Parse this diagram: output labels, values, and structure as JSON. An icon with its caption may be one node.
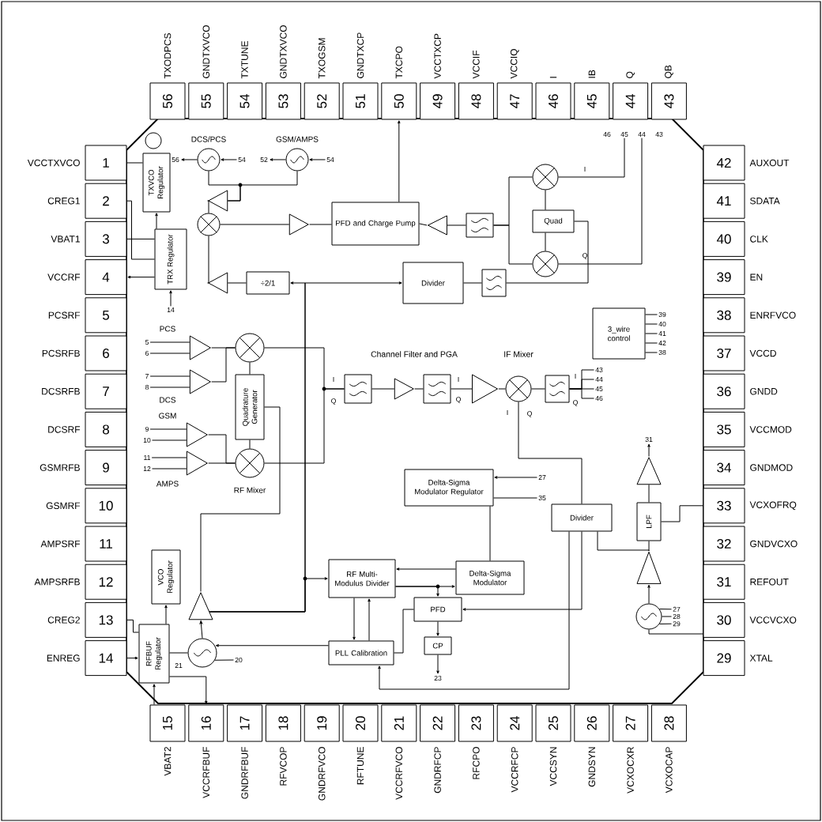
{
  "diagram": {
    "nodes": [
      {
        "text": [
          "1"
        ],
        "beside": [
          "VCCTXVCO"
        ]
      },
      {
        "text": [
          "2"
        ],
        "beside": [
          "CREG1"
        ]
      },
      {
        "text": [
          "3"
        ],
        "beside": [
          "VBAT1"
        ]
      },
      {
        "text": [
          "4"
        ],
        "beside": [
          "VCCRF"
        ]
      },
      {
        "text": [
          "5"
        ],
        "beside": [
          "PCSRF"
        ]
      },
      {
        "text": [
          "6"
        ],
        "beside": [
          "PCSRFB"
        ]
      },
      {
        "text": [
          "7"
        ],
        "beside": [
          "DCSRFB"
        ]
      },
      {
        "text": [
          "8"
        ],
        "beside": [
          "DCSRF"
        ]
      },
      {
        "text": [
          "9"
        ],
        "beside": [
          "GSMRFB"
        ]
      },
      {
        "text": [
          "10"
        ],
        "beside": [
          "GSMRF"
        ]
      },
      {
        "text": [
          "11"
        ],
        "beside": [
          "AMPSRF"
        ]
      },
      {
        "text": [
          "12"
        ],
        "beside": [
          "AMPSRFB"
        ]
      },
      {
        "text": [
          "13"
        ],
        "beside": [
          "CREG2"
        ]
      },
      {
        "text": [
          "14"
        ],
        "beside": [
          "ENREG"
        ]
      },
      {
        "text": [
          "15"
        ],
        "beside": [
          "VBAT2"
        ]
      },
      {
        "text": [
          "16"
        ],
        "beside": [
          "VCCRFBUF"
        ]
      },
      {
        "text": [
          "17"
        ],
        "beside": [
          "GNDRFBUF"
        ]
      },
      {
        "text": [
          "18"
        ],
        "beside": [
          "RFVCOP"
        ]
      },
      {
        "text": [
          "19"
        ],
        "beside": [
          "GNDRFVCO"
        ]
      },
      {
        "text": [
          "20"
        ],
        "beside": [
          "RFTUNE"
        ]
      },
      {
        "text": [
          "21"
        ],
        "beside": [
          "VCCRFVCO"
        ]
      },
      {
        "text": [
          "22"
        ],
        "beside": [
          "GNDRFCP"
        ]
      },
      {
        "text": [
          "23"
        ],
        "beside": [
          "RFCPO"
        ]
      },
      {
        "text": [
          "24"
        ],
        "beside": [
          "VCCRFCP"
        ]
      },
      {
        "text": [
          "25"
        ],
        "beside": [
          "VCCSYN"
        ]
      },
      {
        "text": [
          "26"
        ],
        "beside": [
          "GNDSYN"
        ]
      },
      {
        "text": [
          "27"
        ],
        "beside": [
          "VCXOCXR"
        ]
      },
      {
        "text": [
          "28"
        ],
        "beside": [
          "VCXOCAP"
        ]
      },
      {
        "text": [
          "29"
        ],
        "beside": [
          "XTAL"
        ]
      },
      {
        "text": [
          "30"
        ],
        "beside": [
          "VCCVCXO"
        ]
      },
      {
        "text": [
          "31"
        ],
        "beside": [
          "REFOUT"
        ]
      },
      {
        "text": [
          "32"
        ],
        "beside": [
          "GNDVCXO"
        ]
      },
      {
        "text": [
          "33"
        ],
        "beside": [
          "VCXOFRQ"
        ]
      },
      {
        "text": [
          "34"
        ],
        "beside": [
          "GNDMOD"
        ]
      },
      {
        "text": [
          "35"
        ],
        "beside": [
          "VCCMOD"
        ]
      },
      {
        "text": [
          "36"
        ],
        "beside": [
          "GNDD"
        ]
      },
      {
        "text": [
          "37"
        ],
        "beside": [
          "VCCD"
        ]
      },
      {
        "text": [
          "38"
        ],
        "beside": [
          "ENRFVCO"
        ]
      },
      {
        "text": [
          "39"
        ],
        "beside": [
          "EN"
        ]
      },
      {
        "text": [
          "40"
        ],
        "beside": [
          "CLK"
        ]
      },
      {
        "text": [
          "41"
        ],
        "beside": [
          "SDATA"
        ]
      },
      {
        "text": [
          "42"
        ],
        "beside": [
          "AUXOUT"
        ]
      },
      {
        "text": [
          "43"
        ],
        "beside": [
          "QB"
        ]
      },
      {
        "text": [
          "44"
        ],
        "beside": [
          "Q"
        ]
      },
      {
        "text": [
          "45"
        ],
        "beside": [
          "IB"
        ]
      },
      {
        "text": [
          "46"
        ],
        "beside": [
          "I"
        ]
      },
      {
        "text": [
          "47"
        ],
        "beside": [
          "VCCIQ"
        ]
      },
      {
        "text": [
          "48"
        ],
        "beside": [
          "VCCIF"
        ]
      },
      {
        "text": [
          "49"
        ],
        "beside": [
          "VCCTXCP"
        ]
      },
      {
        "text": [
          "50"
        ],
        "beside": [
          "TXCPO"
        ]
      },
      {
        "text": [
          "51"
        ],
        "beside": [
          "GNDTXCP"
        ]
      },
      {
        "text": [
          "52"
        ],
        "beside": [
          "TXOGSM"
        ]
      },
      {
        "text": [
          "53"
        ],
        "beside": [
          "GNDTXVCO"
        ]
      },
      {
        "text": [
          "54"
        ],
        "beside": [
          "TXTUNE"
        ]
      },
      {
        "text": [
          "55"
        ],
        "beside": [
          "GNDTXVCO"
        ]
      },
      {
        "text": [
          "56"
        ],
        "beside": [
          "TXODPCS"
        ]
      },
      {
        "text": [
          "TXVCO Regulator"
        ]
      },
      {
        "text": [],
        "shape": "circle",
        "beside": [
          "DCS/PCS"
        ]
      },
      {
        "text": [],
        "shape": "circle",
        "beside": [
          "GSM/AMPS"
        ]
      },
      {
        "text": [
          "TRX Regulator"
        ]
      },
      {
        "text": [],
        "shape": "triangle"
      },
      {
        "text": [],
        "shape": "circle"
      },
      {
        "text": [],
        "shape": "triangle"
      },
      {
        "text": [
          "PFD and Charge Pump"
        ]
      },
      {
        "text": [
          "÷2/1"
        ]
      },
      {
        "text": [],
        "shape": "triangle"
      },
      {
        "text": [
          "Divider"
        ]
      },
      {
        "text": [],
        "shape": "box"
      },
      {
        "text": [],
        "shape": "triangle"
      },
      {
        "text": [],
        "shape": "circle"
      },
      {
        "text": [
          "Quad"
        ]
      },
      {
        "text": [],
        "shape": "circle"
      },
      {
        "text": [],
        "shape": "box"
      },
      {
        "text": [
          "3_wire control"
        ]
      },
      {
        "text": [],
        "shape": "triangle",
        "beside": [
          "PCS"
        ]
      },
      {
        "text": [],
        "shape": "triangle",
        "beside": [
          "DCS"
        ]
      },
      {
        "text": [],
        "shape": "circle"
      },
      {
        "text": [
          "Quadrature Generator"
        ]
      },
      {
        "text": [],
        "shape": "triangle",
        "beside": [
          "GSM"
        ]
      },
      {
        "text": [],
        "shape": "triangle",
        "beside": [
          "AMPS"
        ]
      },
      {
        "text": [],
        "shape": "circle",
        "beside": [
          "RF Mixer"
        ]
      },
      {
        "text": [],
        "shape": "box"
      },
      {
        "text": [],
        "shape": "triangle"
      },
      {
        "text": [],
        "shape": "box"
      },
      {
        "text": [],
        "shape": "triangle"
      },
      {
        "text": [],
        "shape": "circle"
      },
      {
        "text": [],
        "shape": "box"
      },
      {
        "text": [
          "Delta-Sigma Modulator Regulator"
        ]
      },
      {
        "text": [
          "Divider"
        ]
      },
      {
        "text": [],
        "shape": "triangle"
      },
      {
        "text": [
          "LPF"
        ]
      },
      {
        "text": [
          "VCO Regulator"
        ]
      },
      {
        "text": [
          "RF Multi-Modulus Divider"
        ]
      },
      {
        "text": [
          "Delta-Sigma Modulator"
        ]
      },
      {
        "text": [],
        "shape": "triangle"
      },
      {
        "text": [
          "PFD"
        ]
      },
      {
        "text": [],
        "shape": "triangle"
      },
      {
        "text": [
          "RFBUF Regulator"
        ]
      },
      {
        "text": [],
        "shape": "circle"
      },
      {
        "text": [
          "PLL Calibration"
        ]
      },
      {
        "text": [
          "CP"
        ]
      },
      {
        "text": [],
        "shape": "circle"
      },
      {
        "text": [
          "56"
        ]
      },
      {
        "text": [
          "54"
        ]
      },
      {
        "text": [
          "52"
        ]
      },
      {
        "text": [
          "54"
        ]
      },
      {
        "text": [
          "14"
        ]
      },
      {
        "text": [
          "45"
        ]
      },
      {
        "text": [
          "44"
        ]
      },
      {
        "text": [
          "39"
        ]
      },
      {
        "text": [
          "40"
        ]
      },
      {
        "text": [
          "41"
        ]
      },
      {
        "text": [
          "42"
        ]
      },
      {
        "text": [
          "38"
        ]
      },
      {
        "text": [
          "5"
        ]
      },
      {
        "text": [
          "6"
        ]
      },
      {
        "text": [
          "7"
        ]
      },
      {
        "text": [
          "8"
        ]
      },
      {
        "text": [
          "43"
        ]
      },
      {
        "text": [
          "44"
        ]
      },
      {
        "text": [
          "45"
        ]
      },
      {
        "text": [
          "46"
        ]
      },
      {
        "text": [
          "9"
        ]
      },
      {
        "text": [
          "10"
        ]
      },
      {
        "text": [
          "11"
        ]
      },
      {
        "text": [
          "12"
        ]
      },
      {
        "text": [
          "27"
        ]
      },
      {
        "text": [
          "35"
        ]
      },
      {
        "text": [
          "31"
        ]
      },
      {
        "text": [
          "20"
        ]
      },
      {
        "text": [
          "27"
        ]
      },
      {
        "text": [
          "28"
        ]
      },
      {
        "text": [
          "29"
        ]
      },
      {
        "text": [
          "23"
        ]
      }
    ],
    "edges": [
      {
        "from": 103,
        "to": 57,
        "arrow": "to"
      },
      {
        "from": 57,
        "to": 102,
        "arrow": "to"
      },
      {
        "from": 105,
        "to": 58,
        "arrow": "to"
      },
      {
        "from": 58,
        "to": 104,
        "arrow": "to"
      },
      {
        "from": 57,
        "to": 60,
        "arrow": "none"
      },
      {
        "from": 58,
        "to": 60,
        "arrow": "none"
      },
      {
        "from": 60,
        "to": 61,
        "arrow": "none"
      },
      {
        "from": 61,
        "to": 62,
        "arrow": "none"
      },
      {
        "from": 62,
        "to": 63,
        "arrow": "none"
      },
      {
        "from": 63,
        "to": 49,
        "arrow": "to"
      },
      {
        "from": 59,
        "to": 56,
        "arrow": "to"
      },
      {
        "from": 59,
        "to": 3,
        "arrow": "to"
      },
      {
        "from": 106,
        "to": 59,
        "arrow": "to"
      },
      {
        "from": 0,
        "to": 56,
        "arrow": "none"
      },
      {
        "from": 1,
        "to": 59,
        "arrow": "none"
      },
      {
        "from": 2,
        "to": 59,
        "arrow": "none"
      },
      {
        "from": 65,
        "to": 61,
        "arrow": "none"
      },
      {
        "from": 64,
        "to": 65,
        "arrow": "none"
      },
      {
        "from": 96,
        "to": 64,
        "arrow": "to"
      },
      {
        "from": 96,
        "to": 66,
        "arrow": "to"
      },
      {
        "from": 96,
        "to": 92,
        "arrow": "to"
      },
      {
        "from": 96,
        "to": 77,
        "arrow": "none"
      },
      {
        "from": 77,
        "to": 76,
        "arrow": "none"
      },
      {
        "from": 77,
        "to": 80,
        "arrow": "none"
      },
      {
        "from": 74,
        "to": 76,
        "arrow": "none"
      },
      {
        "from": 75,
        "to": 76,
        "arrow": "none"
      },
      {
        "from": 78,
        "to": 80,
        "arrow": "none"
      },
      {
        "from": 79,
        "to": 80,
        "arrow": "none"
      },
      {
        "from": 114,
        "to": 74,
        "arrow": "none"
      },
      {
        "from": 115,
        "to": 74,
        "arrow": "none"
      },
      {
        "from": 116,
        "to": 75,
        "arrow": "none"
      },
      {
        "from": 117,
        "to": 75,
        "arrow": "none"
      },
      {
        "from": 122,
        "to": 78,
        "arrow": "none"
      },
      {
        "from": 123,
        "to": 78,
        "arrow": "none"
      },
      {
        "from": 124,
        "to": 79,
        "arrow": "none"
      },
      {
        "from": 125,
        "to": 79,
        "arrow": "none"
      },
      {
        "from": 76,
        "to": 81,
        "arrow": "none"
      },
      {
        "from": 80,
        "to": 81,
        "arrow": "none"
      },
      {
        "from": 81,
        "to": 82,
        "arrow": "none"
      },
      {
        "from": 82,
        "to": 83,
        "arrow": "none"
      },
      {
        "from": 83,
        "to": 84,
        "arrow": "none"
      },
      {
        "from": 84,
        "to": 85,
        "arrow": "none"
      },
      {
        "from": 85,
        "to": 86,
        "arrow": "none"
      },
      {
        "from": 86,
        "to": 118,
        "arrow": "none"
      },
      {
        "from": 88,
        "to": 85,
        "arrow": "none"
      },
      {
        "from": 126,
        "to": 87,
        "arrow": "to"
      },
      {
        "from": 87,
        "to": 127,
        "arrow": "none"
      },
      {
        "from": 87,
        "to": 93,
        "arrow": "none"
      },
      {
        "from": 92,
        "to": 93,
        "arrow": "to"
      },
      {
        "from": 93,
        "to": 92,
        "arrow": "to"
      },
      {
        "from": 92,
        "to": 95,
        "arrow": "to"
      },
      {
        "from": 88,
        "to": 95,
        "arrow": "to"
      },
      {
        "from": 95,
        "to": 100,
        "arrow": "to"
      },
      {
        "from": 100,
        "to": 133,
        "arrow": "to"
      },
      {
        "from": 88,
        "to": 99,
        "arrow": "to"
      },
      {
        "from": 92,
        "to": 99,
        "arrow": "to"
      },
      {
        "from": 99,
        "to": 92,
        "arrow": "to"
      },
      {
        "from": 99,
        "to": 98,
        "arrow": "to"
      },
      {
        "from": 99,
        "to": 95,
        "arrow": "none"
      },
      {
        "from": 98,
        "to": 96,
        "arrow": "to"
      },
      {
        "from": 97,
        "to": 91,
        "arrow": "to"
      },
      {
        "from": 97,
        "to": 98,
        "arrow": "none"
      },
      {
        "from": 13,
        "to": 97,
        "arrow": "to"
      },
      {
        "from": 12,
        "to": 97,
        "arrow": "none"
      },
      {
        "from": 97,
        "to": 15,
        "arrow": "to"
      },
      {
        "from": 14,
        "to": 97,
        "arrow": "to"
      },
      {
        "from": 129,
        "to": 98,
        "arrow": "none"
      },
      {
        "from": 101,
        "to": 94,
        "arrow": "to"
      },
      {
        "from": 94,
        "to": 88,
        "arrow": "none"
      },
      {
        "from": 94,
        "to": 90,
        "arrow": "none"
      },
      {
        "from": 90,
        "to": 89,
        "arrow": "none"
      },
      {
        "from": 89,
        "to": 128,
        "arrow": "to"
      },
      {
        "from": 90,
        "to": 32,
        "arrow": "none"
      },
      {
        "from": 101,
        "to": 29,
        "arrow": "none"
      },
      {
        "from": 130,
        "to": 101,
        "arrow": "none"
      },
      {
        "from": 131,
        "to": 101,
        "arrow": "none"
      },
      {
        "from": 132,
        "to": 101,
        "arrow": "none"
      },
      {
        "from": 67,
        "to": 68,
        "arrow": "none"
      },
      {
        "from": 68,
        "to": 63,
        "arrow": "none"
      },
      {
        "from": 67,
        "to": 69,
        "arrow": "none"
      },
      {
        "from": 67,
        "to": 71,
        "arrow": "none"
      },
      {
        "from": 70,
        "to": 69,
        "arrow": "none"
      },
      {
        "from": 70,
        "to": 71,
        "arrow": "none"
      },
      {
        "from": 72,
        "to": 70,
        "arrow": "none"
      },
      {
        "from": 66,
        "to": 72,
        "arrow": "none"
      },
      {
        "from": 69,
        "to": 107,
        "arrow": "none"
      },
      {
        "from": 71,
        "to": 108,
        "arrow": "none"
      },
      {
        "from": 73,
        "to": 109,
        "arrow": "none"
      },
      {
        "from": 73,
        "to": 110,
        "arrow": "none"
      },
      {
        "from": 73,
        "to": 111,
        "arrow": "none"
      },
      {
        "from": 73,
        "to": 112,
        "arrow": "none"
      },
      {
        "from": 73,
        "to": 113,
        "arrow": "none"
      },
      {
        "from": 86,
        "to": 119,
        "arrow": "none"
      },
      {
        "from": 86,
        "to": 120,
        "arrow": "none"
      },
      {
        "from": 86,
        "to": 121,
        "arrow": "none"
      }
    ],
    "labels": [
      "46",
      "43",
      "I",
      "Q",
      "Channel Filter and PGA",
      "IF Mixer",
      "I",
      "Q",
      "I",
      "Q",
      "I",
      "Q",
      "I",
      "Q",
      "21"
    ]
  }
}
